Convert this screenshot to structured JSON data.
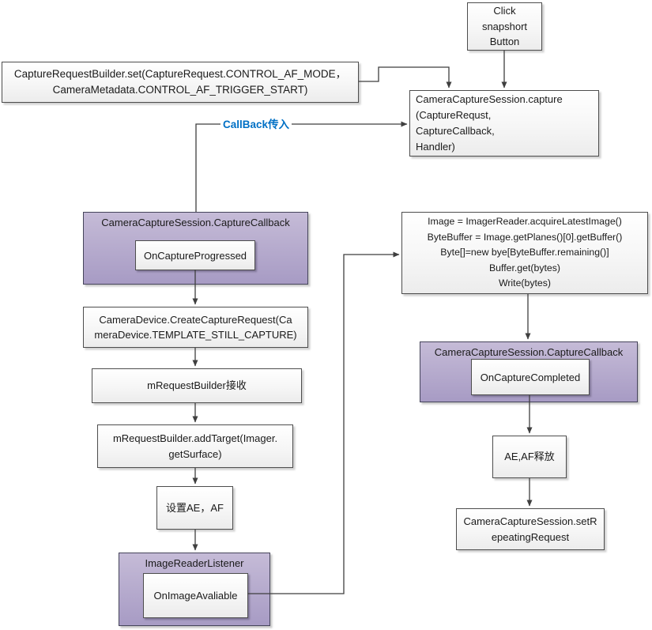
{
  "colors": {
    "purple_light": "#C5BBD7",
    "purple_dark": "#A79BC4",
    "blue_label": "#0070C5",
    "line": "#3f3f3f"
  },
  "nodes": {
    "click_snapshot": {
      "label": "Click\nsnapshort\nButton"
    },
    "af_trigger": {
      "label": "CaptureRequestBuilder.set(CaptureRequest.CONTROL_AF_MODE，\nCameraMetadata.CONTROL_AF_TRIGGER_START)"
    },
    "capture": {
      "label": "CameraCaptureSession.capture\n(CaptureRequst,\nCaptureCallback,\nHandler)"
    },
    "callback_label": "CallBack传入",
    "capture_callback_1": {
      "title": "CameraCaptureSession.CaptureCallback",
      "inner": "OnCaptureProgressed"
    },
    "create_request": {
      "label": "CameraDevice.CreateCaptureRequest(Ca\nmeraDevice.TEMPLATE_STILL_CAPTURE)"
    },
    "builder_receive": {
      "label": "mRequestBuilder接收"
    },
    "add_target": {
      "label": "mRequestBuilder.addTarget(Imager.\ngetSurface)"
    },
    "set_ae_af": {
      "label": "设置AE，AF"
    },
    "image_reader_listener": {
      "title": "ImageReaderListener",
      "inner": "OnImageAvaliable"
    },
    "image_process": {
      "label": "Image = ImagerReader.acquireLatestImage()\nByteBuffer = Image.getPlanes()[0].getBuffer()\nByte[]=new bye[ByteBuffer.remaining()]\nBuffer.get(bytes)\nWrite(bytes)"
    },
    "capture_callback_2": {
      "title": "CameraCaptureSession.CaptureCallback",
      "inner": "OnCaptureCompleted"
    },
    "ae_af_release": {
      "label": "AE,AF释放"
    },
    "set_repeating": {
      "label": "CameraCaptureSession.setR\nepeatingRequest"
    }
  }
}
